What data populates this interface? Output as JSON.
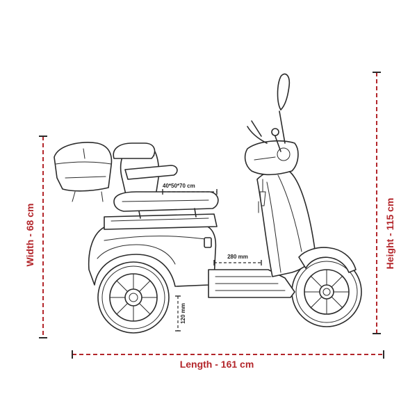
{
  "colors": {
    "dimension_accent": "#b3262b",
    "line_art": "#2a2a2a",
    "background": "#ffffff"
  },
  "dimensions": {
    "width": "Width - 68 cm",
    "height": "Height - 115 cm",
    "length": "Length - 161 cm",
    "storage_box": "40*50*70 cm",
    "footboard": "280 mm",
    "ground_clearance": "120 mm"
  }
}
